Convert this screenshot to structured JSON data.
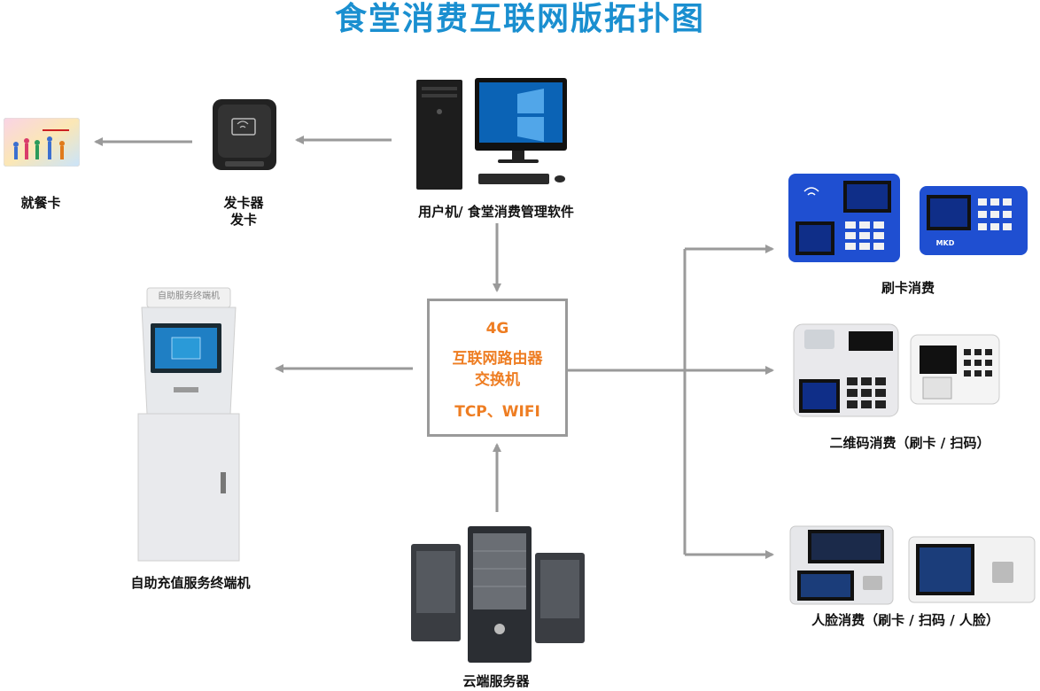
{
  "title": "食堂消费互联网版拓扑图",
  "hub": {
    "line1": "4G",
    "line2": "互联网路由器",
    "line3": "交换机",
    "line4": "TCP、WIFI"
  },
  "nodes": {
    "meal_card": "就餐卡",
    "card_issuer_1": "发卡器",
    "card_issuer_2": "发卡",
    "pc": "用户机/ 食堂消费管理软件",
    "kiosk": "自助充值服务终端机",
    "server": "云端服务器",
    "card_pos": "刷卡消费",
    "qr_pos": "二维码消费（刷卡 / 扫码）",
    "face_pos": "人脸消费（刷卡 / 扫码 / 人脸）"
  },
  "device_text": {
    "kiosk_header": "自助服务终端机",
    "brand": "MKD"
  },
  "colors": {
    "title": "#1a8fd0",
    "hub_text": "#ee7d22",
    "arrow": "#9a9a9a",
    "pos_blue": "#1f4fd1"
  }
}
